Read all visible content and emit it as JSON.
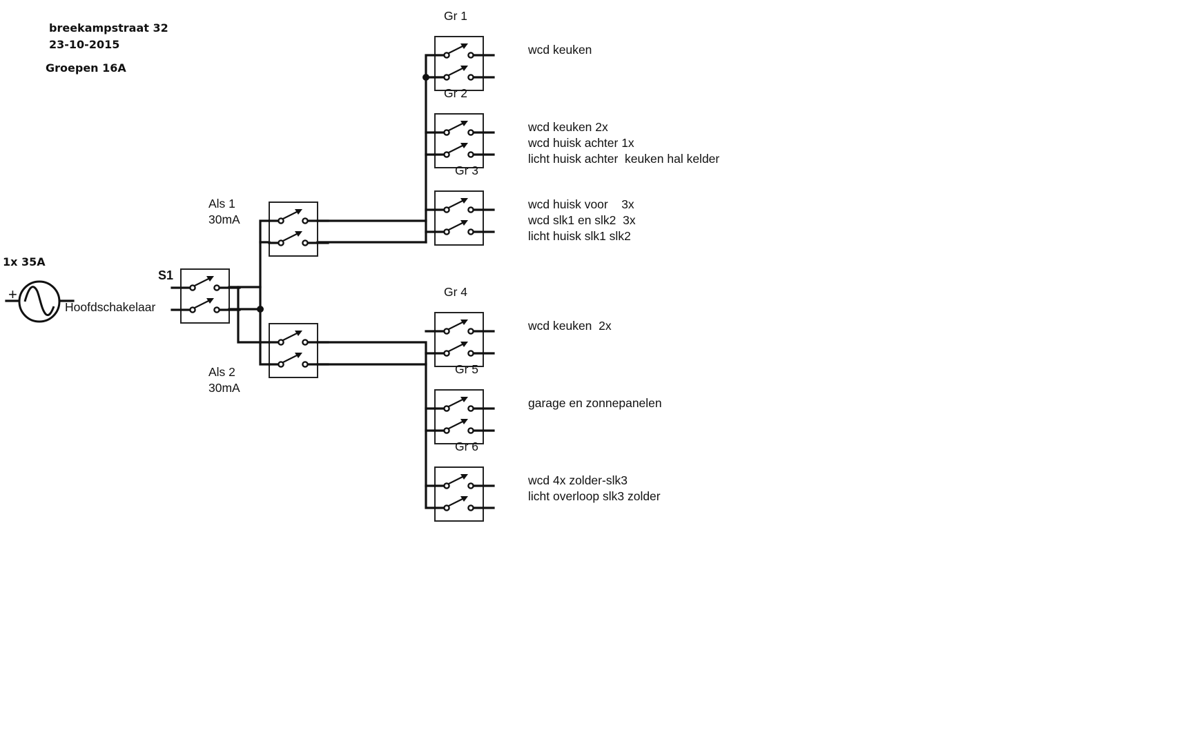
{
  "header": {
    "address": "breekampstraat 32",
    "date": "23-10-2015",
    "groups_rating": "Groepen 16A"
  },
  "supply": {
    "rating": "1x 35A",
    "polarity": "+",
    "icon": "ac-source-icon"
  },
  "main_switch": {
    "id": "S1",
    "label": "Hoofdschakelaar"
  },
  "rcds": [
    {
      "id": "Als 1",
      "rating": "30mA"
    },
    {
      "id": "Als 2",
      "rating": "30mA"
    }
  ],
  "groups": [
    {
      "id": "Gr 1",
      "rcd": "Als 1",
      "loads": [
        "wcd keuken"
      ]
    },
    {
      "id": "Gr 2",
      "rcd": "Als 1",
      "loads": [
        "wcd keuken 2x",
        "wcd huisk achter 1x",
        "licht huisk achter  keuken hal kelder"
      ]
    },
    {
      "id": "Gr 3",
      "rcd": "Als 1",
      "loads": [
        "wcd huisk voor    3x",
        "wcd slk1 en slk2  3x",
        "licht huisk slk1 slk2"
      ]
    },
    {
      "id": "Gr 4",
      "rcd": "Als 2",
      "loads": [
        "wcd keuken  2x"
      ]
    },
    {
      "id": "Gr 5",
      "rcd": "Als 2",
      "loads": [
        "garage en zonnepanelen"
      ]
    },
    {
      "id": "Gr 6",
      "rcd": "Als 2",
      "loads": [
        "wcd 4x zolder-slk3",
        "licht overloop slk3 zolder"
      ]
    }
  ]
}
